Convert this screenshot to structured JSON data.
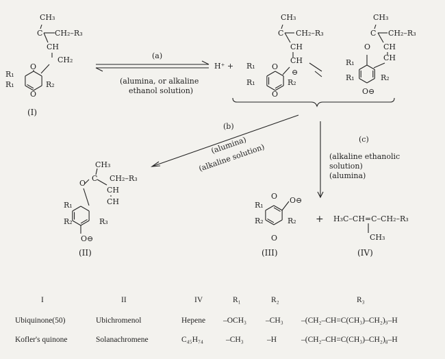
{
  "structures": {
    "I": {
      "label": "(I)",
      "ch3": "CH₃",
      "c": "C",
      "ch2r3": "CH₂–R₃",
      "ch": "CH",
      "ch2": "CH₂",
      "o_top": "O",
      "o_bottom": "O",
      "r1a": "R₁",
      "r1b": "R₁",
      "r2": "R₂"
    },
    "anion": {
      "hplus": "H⁺ +",
      "ch3": "CH₃",
      "c": "C",
      "ch2r3": "CH₂–R₃",
      "ch": "CH",
      "ch_minus": "CH",
      "minus": "⊖",
      "o_top": "O",
      "o_bottom": "O",
      "r1a": "R₁",
      "r1b": "R₁",
      "r2": "R₂"
    },
    "phenolate": {
      "ch3": "CH₃",
      "c": "C",
      "ch2r3": "CH₂–R₃",
      "ch_a": "CH",
      "ch_b": "CH",
      "o_top": "O",
      "o_bottom": "O⊖",
      "r1a": "R₁",
      "r1b": "R₁",
      "r2": "R₂"
    },
    "II": {
      "label": "(II)",
      "ch3": "CH₃",
      "c": "C",
      "o_ring": "O",
      "ch2r3": "CH₂–R₃",
      "ch_a": "CH",
      "ch_b": "CH",
      "o_bottom": "O⊖",
      "r1": "R₁",
      "r2": "R₂",
      "r3": "R₃"
    },
    "III": {
      "label": "(III)",
      "o_top": "O",
      "o_minus": "O⊖",
      "o_bottom": "O",
      "r1": "R₁",
      "r2a": "R₂",
      "r2b": "R₂"
    },
    "IV": {
      "label": "(IV)",
      "formula": "H₃C–CH=C–CH₂–R₃",
      "ch3": "CH₃"
    },
    "plus": "+"
  },
  "reactions": {
    "a": {
      "label": "(a)",
      "cond1": "(alumina, or alkaline",
      "cond2": "ethanol solution)"
    },
    "b": {
      "label": "(b)",
      "cond1": "(alumina)",
      "cond2": "(alkaline solution)"
    },
    "c": {
      "label": "(c)",
      "cond1": "(alkaline ethanolic",
      "cond2": "solution)",
      "cond3": "(alumina)"
    }
  },
  "table": {
    "headers": [
      "I",
      "II",
      "IV",
      "R₁",
      "R₂",
      "R₃"
    ],
    "rows": [
      [
        "Ubiquinone(50)",
        "Ubichromenol",
        "Hepene",
        "–OCH₃",
        "–CH₃",
        "–(CH₂–CH=C(CH₃)–CH₂)₉–H"
      ],
      [
        "Kofler's quinone",
        "Solanachromene",
        "C₄₅H₇₄",
        "–CH₃",
        "–H",
        "–(CH₂–CH=C(CH₃)–CH₂)₈–H"
      ]
    ]
  }
}
